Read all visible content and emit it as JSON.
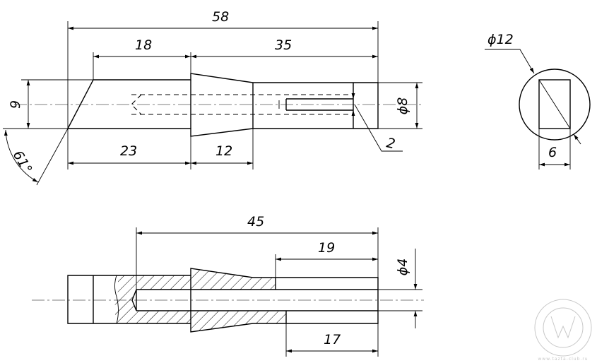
{
  "dimensions": {
    "overall_length": "58",
    "head_length": "18",
    "shank_length": "35",
    "height": "9",
    "diameter_8": "ϕ8",
    "angle": "61°",
    "bottom_length": "23",
    "taper_length": "12",
    "slot_width": "2",
    "diameter_12": "ϕ12",
    "flat_width": "6",
    "bore_depth": "45",
    "inner_length": "19",
    "diameter_4": "ϕ4",
    "outer_length": "17"
  },
  "watermark": {
    "text": "www.tazta-club.ru",
    "icon": "vw-logo-icon"
  },
  "colors": {
    "line": "#000000",
    "background": "#ffffff",
    "watermark": "#c8c8c8"
  }
}
